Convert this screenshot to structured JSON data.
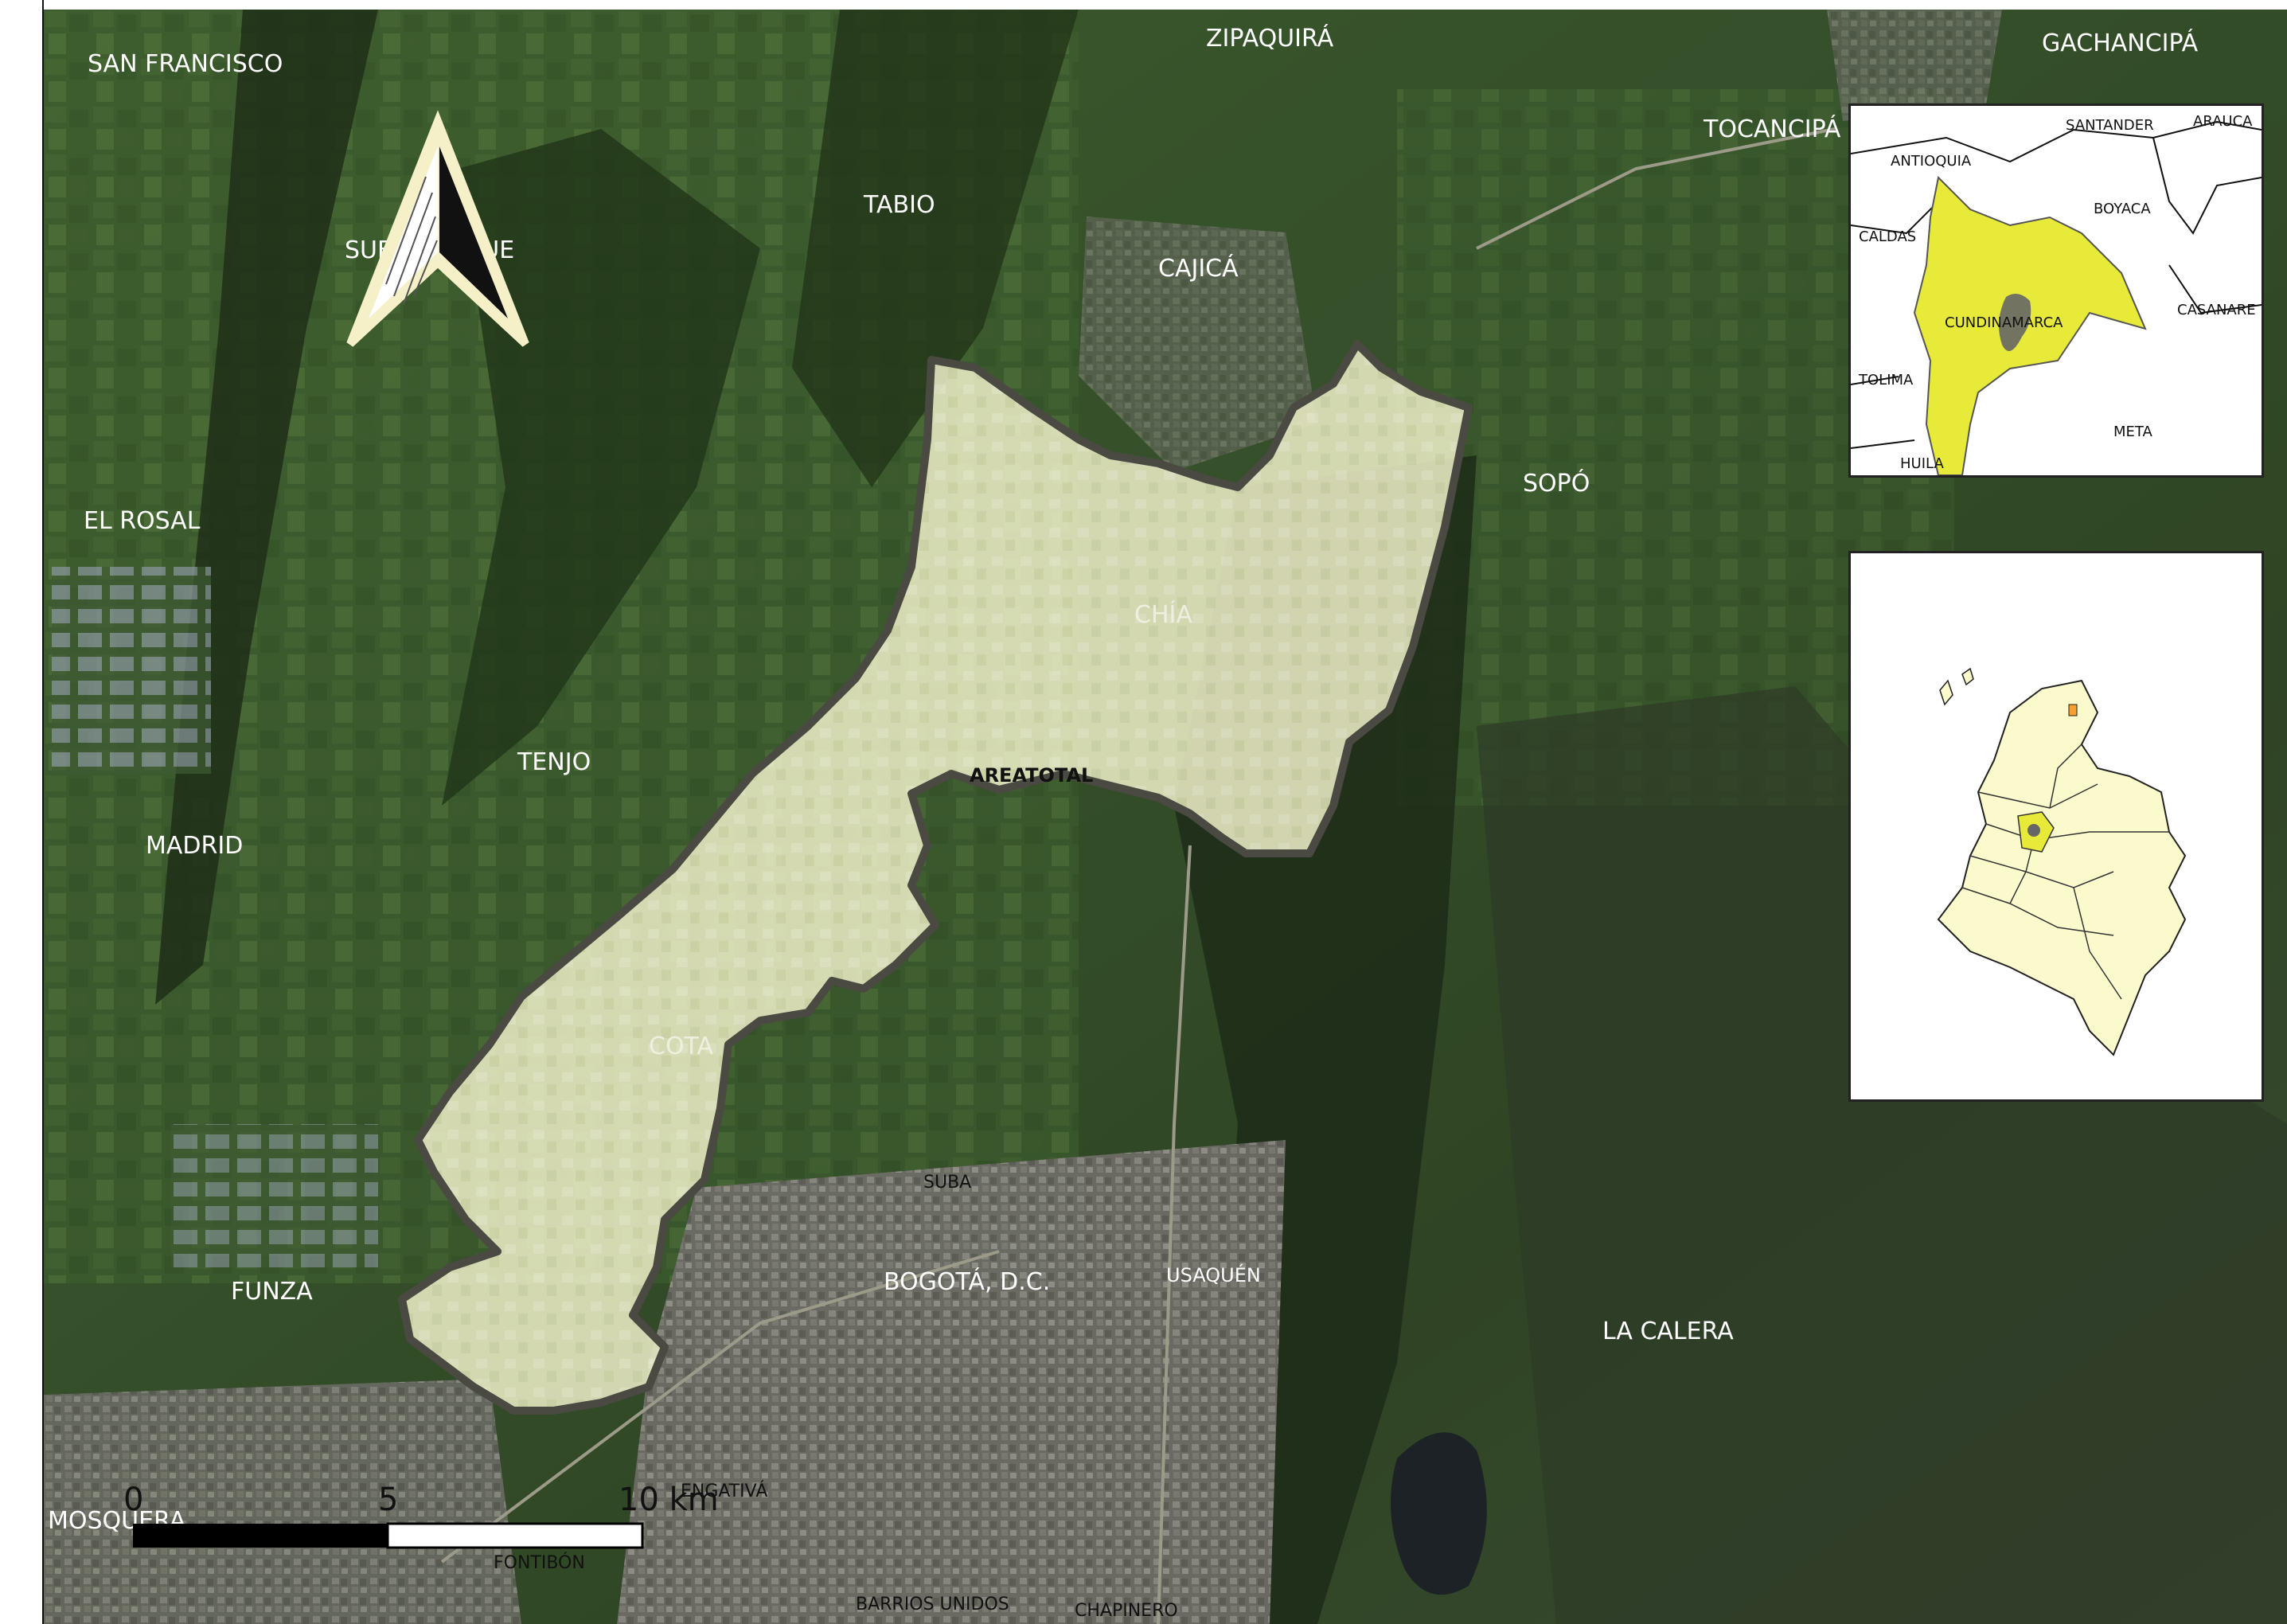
{
  "map": {
    "basemap": "satellite imagery",
    "study_area_fill": "#f2f2c4",
    "study_area_outline": "#4a4a42",
    "municipalities": [
      {
        "name": "SAN FRANCISCO"
      },
      {
        "name": "ZIPAQUIRÁ"
      },
      {
        "name": "GACHANCIPÁ"
      },
      {
        "name": "TOCANCIPÁ"
      },
      {
        "name": "TABIO"
      },
      {
        "name": "SUBACHOQUE"
      },
      {
        "name": "CAJICÁ"
      },
      {
        "name": "SOPÓ"
      },
      {
        "name": "EL ROSAL"
      },
      {
        "name": "CHÍA"
      },
      {
        "name": "TENJO"
      },
      {
        "name": "MADRID"
      },
      {
        "name": "COTA"
      },
      {
        "name": "SUBA"
      },
      {
        "name": "FUNZA"
      },
      {
        "name": "BOGOTÁ, D.C."
      },
      {
        "name": "USAQUÉN"
      },
      {
        "name": "LA CALERA"
      },
      {
        "name": "MOSQUERA"
      },
      {
        "name": "ENGATIVÁ"
      },
      {
        "name": "FONTIBÓN"
      },
      {
        "name": "BARRIOS UNIDOS"
      },
      {
        "name": "CHAPINERO"
      }
    ],
    "study_area_label": "AREATOTAL"
  },
  "scale_bar": {
    "ticks": [
      "0",
      "5",
      "10 km"
    ]
  },
  "north_arrow": {
    "icon": "north-arrow-icon",
    "color": "#f5f0c8"
  },
  "inset_department": {
    "highlight_color": "#e8ea3a",
    "labels": [
      "SANTANDER",
      "ARAUCA",
      "ANTIOQUIA",
      "BOYACA",
      "CALDAS",
      "CUNDINAMARCA",
      "CASANARE",
      "TOLIMA",
      "META",
      "HUILA"
    ]
  },
  "inset_country": {
    "fill": "#fbfacc",
    "highlight_color": "#e8ea3a"
  }
}
